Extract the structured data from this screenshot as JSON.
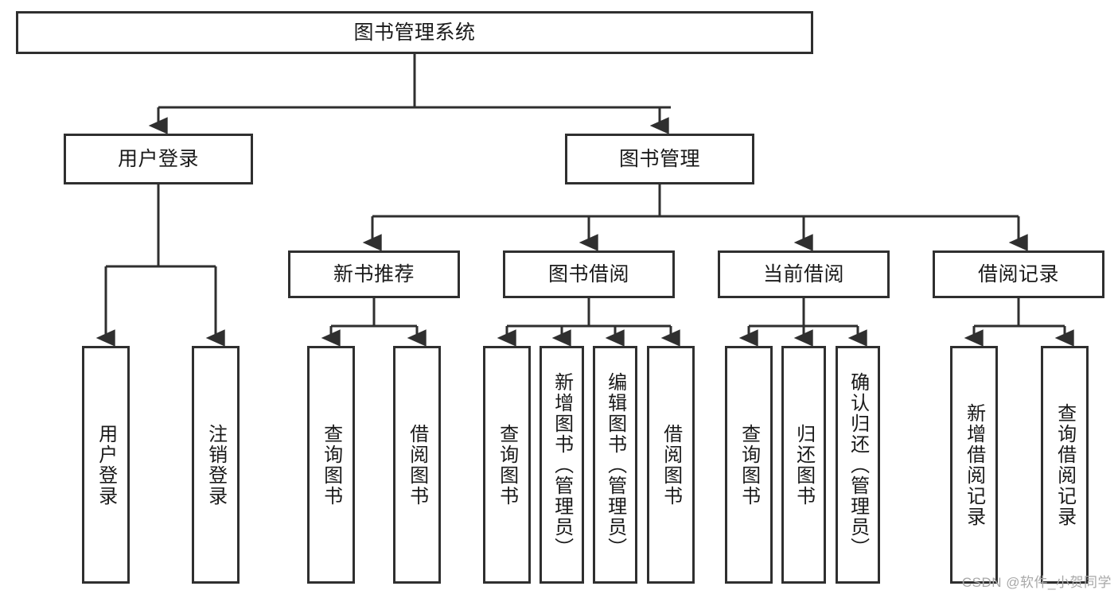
{
  "diagram": {
    "title": "图书管理系统",
    "type": "tree-hierarchy-chart",
    "colors": {
      "box_stroke": "#2f2f2f",
      "box_fill": "#ffffff",
      "connector": "#2f2f2f",
      "text": "#1a1a1a",
      "watermark": "#a8a8a8"
    },
    "root": {
      "label": "图书管理系统"
    },
    "level2": [
      {
        "label": "用户登录"
      },
      {
        "label": "图书管理"
      }
    ],
    "level3": [
      {
        "label": "新书推荐"
      },
      {
        "label": "图书借阅"
      },
      {
        "label": "当前借阅"
      },
      {
        "label": "借阅记录"
      }
    ],
    "leaves": {
      "user_login": [
        {
          "label": "用户登录"
        },
        {
          "label": "注销登录"
        }
      ],
      "new_book_recommend": [
        {
          "label": "查询图书"
        },
        {
          "label": "借阅图书"
        }
      ],
      "book_borrow": [
        {
          "label": "查询图书"
        },
        {
          "label": "新增图书（管理员）"
        },
        {
          "label": "编辑图书（管理员）"
        },
        {
          "label": "借阅图书"
        }
      ],
      "current_borrow": [
        {
          "label": "查询图书"
        },
        {
          "label": "归还图书"
        },
        {
          "label": "确认归还（管理员）"
        }
      ],
      "borrow_record": [
        {
          "label": "新增借阅记录"
        },
        {
          "label": "查询借阅记录"
        }
      ]
    }
  },
  "watermark": {
    "text": "CSDN @软件_小贺同学"
  }
}
